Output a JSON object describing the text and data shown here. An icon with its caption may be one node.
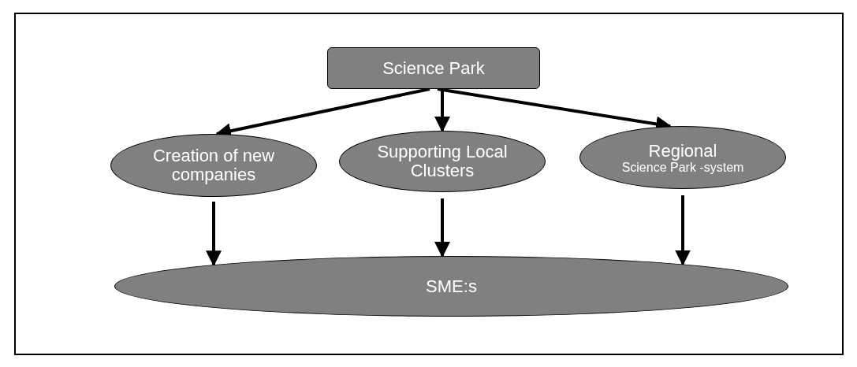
{
  "diagram": {
    "nodes": [
      {
        "text": [
          "Science Park"
        ]
      },
      {
        "text": [
          "Creation of new companies"
        ]
      },
      {
        "text": [
          "Supporting Local Clusters"
        ]
      },
      {
        "text": [
          "Regional",
          "Science Park -system"
        ]
      },
      {
        "text": [
          "SME:s"
        ]
      }
    ],
    "edges": [
      {
        "from": 0,
        "to": 1,
        "arrow": "to"
      },
      {
        "from": 0,
        "to": 2,
        "arrow": "to"
      },
      {
        "from": 0,
        "to": 3,
        "arrow": "to"
      },
      {
        "from": 1,
        "to": 4,
        "arrow": "to"
      },
      {
        "from": 2,
        "to": 4,
        "arrow": "to"
      },
      {
        "from": 3,
        "to": 4,
        "arrow": "to"
      }
    ]
  }
}
